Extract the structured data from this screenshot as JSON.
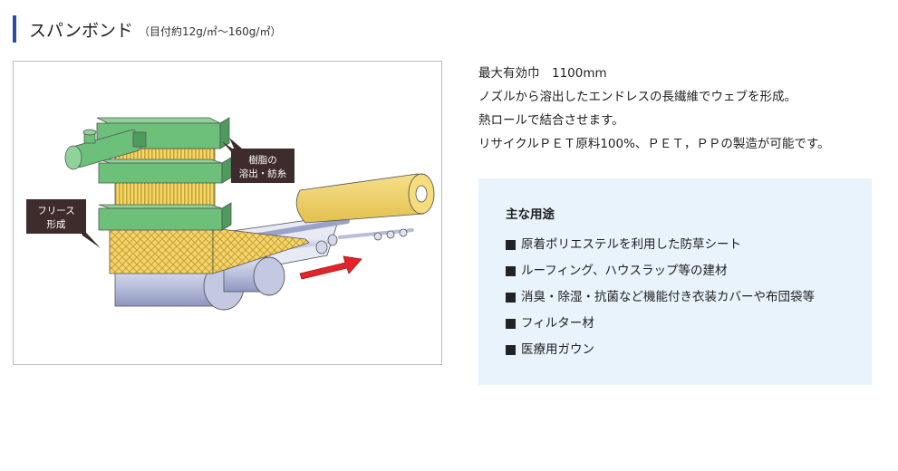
{
  "heading": {
    "title": "スパンボンド",
    "subtitle": "（目付約12g/㎡〜160g/㎡）"
  },
  "figure": {
    "callout_resin": [
      "樹脂の",
      "溶出・紡糸"
    ],
    "callout_fleece": [
      "フリース",
      "形成"
    ]
  },
  "description": {
    "lines": [
      "最大有効巾　1100mm",
      "ノズルから溶出したエンドレスの長繊維でウェブを形成。",
      "熱ロールで結合させます。",
      "リサイクルＰＥＴ原料100%、ＰＥＴ，ＰＰの製造が可能です。"
    ]
  },
  "uses": {
    "title": "主な用途",
    "items": [
      "原着ポリエステルを利用した防草シート",
      "ルーフィング、ハウスラップ等の建材",
      "消臭・除湿・抗菌など機能付き衣装カバーや布団袋等",
      "フィルター材",
      "医療用ガウン"
    ]
  },
  "colors": {
    "accent_bar": "#2a4ea8",
    "panel_bg": "#e8f3fb",
    "block_green": "#6cc07a",
    "fiber_yellow": "#f0d56a",
    "roll_blue": "#b9bfdc",
    "callout_bg": "#3e2b2b",
    "arrow_red": "#e3242b"
  }
}
